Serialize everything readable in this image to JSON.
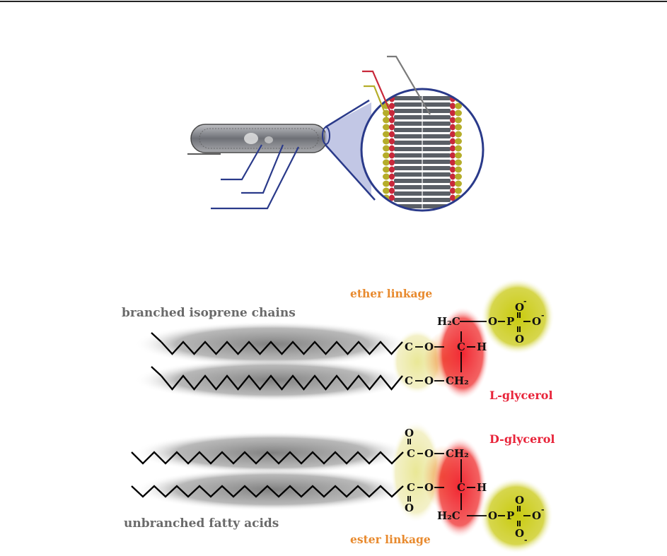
{
  "colors": {
    "line_blue": "#2a3a8a",
    "lipid_gray": "#5a5f66",
    "head_red": "#c8283a",
    "head_olive": "#b5ad2a",
    "glycerol_red": "#e8243a",
    "linkage_orange": "#e88a2e",
    "phosphate_yellow": "#c6c800",
    "label_gray": "#6a6a6a"
  },
  "archaeal_lipid": {
    "title_label": "branched isoprene chains",
    "linkage_label": "ether linkage",
    "glycerol_label": "L-glycerol",
    "chemistry": {
      "h2c": "H₂C",
      "c_top": "C",
      "o_top": "O",
      "c_mid": "C",
      "o_mid": "O",
      "c_center": "C",
      "h_right": "H",
      "ch2": "CH₂",
      "phosphate_o1": "O",
      "phosphate_p": "P",
      "phosphate_o2": "O",
      "phosphate_o3": "O",
      "phosphate_o4": "O",
      "minus": "-"
    }
  },
  "bacterial_lipid": {
    "title_label": "unbranched fatty acids",
    "linkage_label": "ester linkage",
    "glycerol_label": "D-glycerol",
    "chemistry": {
      "o_top1": "O",
      "c1": "C",
      "o_link1": "O",
      "ch2": "CH₂",
      "c2": "C",
      "o_link2": "O",
      "c_center": "C",
      "h_right": "H",
      "o_bot2": "O",
      "h2c": "H₂C",
      "phosphate_o1": "O",
      "phosphate_p": "P",
      "phosphate_o2": "O",
      "phosphate_o3": "O",
      "phosphate_o4": "O",
      "minus": "-"
    }
  }
}
